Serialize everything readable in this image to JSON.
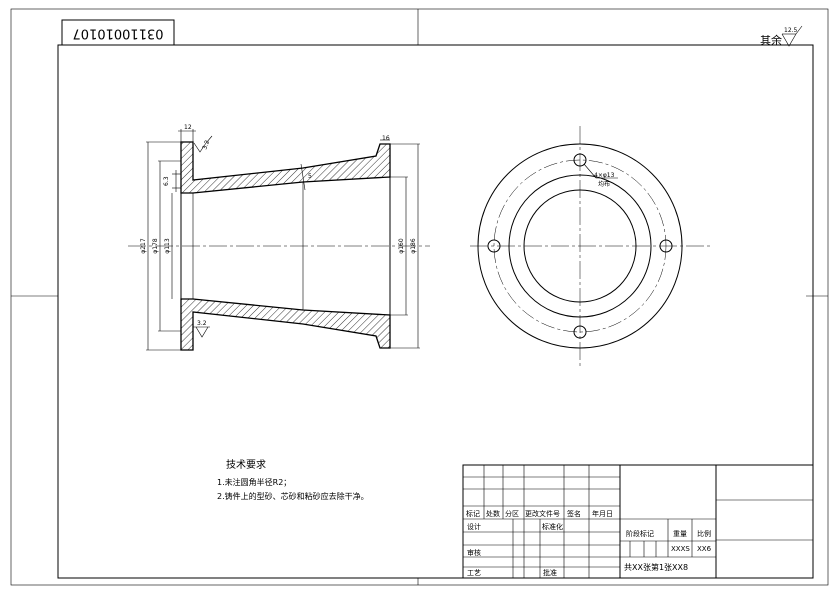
{
  "drawing_number": "03110010107",
  "surface_finish": {
    "label": "其余",
    "value": "12.5"
  },
  "dimensions": {
    "flange_thickness": "12",
    "flange_roughness": "3.2",
    "step_small": "6.3",
    "wall_angle": "5",
    "right_flange": "16",
    "phi_outer_flange": "φ217",
    "phi_bore_left": "φ178",
    "phi_bore_mid": "φ113",
    "phi_right_inner": "φ160",
    "phi_right_outer": "φ186",
    "bottom_roughness": "3.2",
    "hole_callout_1": "4×φ13",
    "hole_callout_2": "均布"
  },
  "tech_requirements": {
    "heading": "技术要求",
    "items": [
      "1.未注圆角半径R2；",
      "2.铸件上的型砂、芯砂和粘砂应去除干净。"
    ]
  },
  "title_block": {
    "rev_headers": [
      "标记",
      "处数",
      "分区",
      "更改文件号",
      "签名",
      "年月日"
    ],
    "rows": [
      "设计",
      "标准化",
      "审核",
      "工艺",
      "批准"
    ],
    "stage_label": "阶段标记",
    "weight_label": "重量",
    "scale_label": "比例",
    "weight_value": "XXXS",
    "scale_value": "XX6",
    "sheet_text": "共XX张第1张XX8"
  }
}
